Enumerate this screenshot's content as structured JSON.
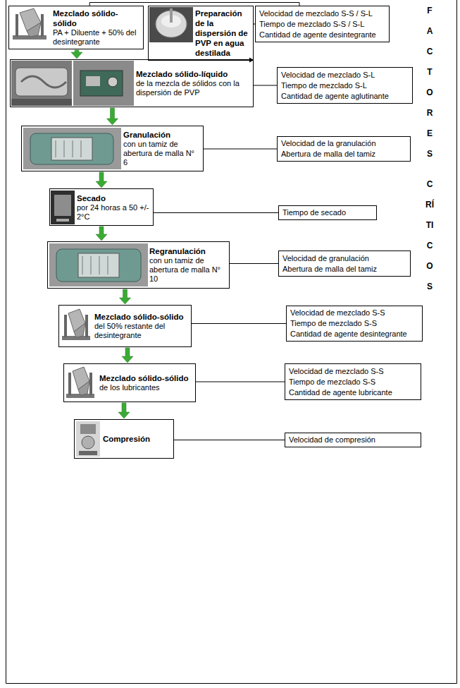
{
  "diagram": {
    "nodes": [
      {
        "text": [
          "Mezclado sólido-sólido",
          "PA + Diluente + 50% del desintegrante"
        ]
      },
      {
        "text": [
          "Preparación de la dispersión de PVP en agua destilada"
        ]
      },
      {
        "text": [
          "Velocidad de mezclado S-S / S-L",
          "Tiempo de mezclado S-S / S-L",
          "Cantidad de agente desintegrante"
        ]
      },
      {
        "text": [
          "Mezclado sólido-líquido",
          "de la mezcla de sólidos con la dispersión de PVP"
        ]
      },
      {
        "text": [
          "Velocidad de mezclado S-L",
          "Tiempo de mezclado S-L",
          "Cantidad de agente aglutinante"
        ]
      },
      {
        "text": [
          "Granulación",
          "con un tamiz de abertura de malla N° 6"
        ]
      },
      {
        "text": [
          "Velocidad de la granulación",
          "Abertura de malla del tamiz"
        ]
      },
      {
        "text": [
          "Secado",
          "por 24 horas a 50 +/- 2°C"
        ]
      },
      {
        "text": [
          "Tiempo de secado"
        ]
      },
      {
        "text": [
          "Regranulación",
          "con un tamiz de abertura de malla N° 10"
        ]
      },
      {
        "text": [
          "Velocidad de granulación",
          "Abertura de malla del tamiz"
        ]
      },
      {
        "text": [
          "Mezclado sólido-sólido",
          "del 50% restante del desintegrante"
        ]
      },
      {
        "text": [
          "Velocidad de mezclado S-S",
          "Tiempo de mezclado S-S",
          "Cantidad de agente desintegrante"
        ]
      },
      {
        "text": [
          "Mezclado sólido-sólido",
          "de los lubricantes"
        ]
      },
      {
        "text": [
          "Velocidad de mezclado S-S",
          "Tiempo de mezclado S-S",
          "Cantidad de agente lubricante"
        ]
      },
      {
        "text": [
          "Compresión"
        ]
      },
      {
        "text": [
          "Velocidad de compresión"
        ]
      }
    ],
    "edges": [
      {
        "from": 0,
        "to": 3,
        "arrow": "to"
      },
      {
        "from": 1,
        "to": 3,
        "arrow": "to"
      },
      {
        "from": 0,
        "to": 2,
        "arrow": "none"
      },
      {
        "from": 1,
        "to": 2,
        "arrow": "none"
      },
      {
        "from": 3,
        "to": 4,
        "arrow": "none"
      },
      {
        "from": 3,
        "to": 5,
        "arrow": "to"
      },
      {
        "from": 5,
        "to": 6,
        "arrow": "none"
      },
      {
        "from": 5,
        "to": 7,
        "arrow": "to"
      },
      {
        "from": 7,
        "to": 8,
        "arrow": "none"
      },
      {
        "from": 7,
        "to": 9,
        "arrow": "to"
      },
      {
        "from": 9,
        "to": 10,
        "arrow": "none"
      },
      {
        "from": 9,
        "to": 11,
        "arrow": "to"
      },
      {
        "from": 11,
        "to": 12,
        "arrow": "none"
      },
      {
        "from": 11,
        "to": 13,
        "arrow": "to"
      },
      {
        "from": 13,
        "to": 14,
        "arrow": "none"
      },
      {
        "from": 13,
        "to": 15,
        "arrow": "to"
      },
      {
        "from": 15,
        "to": 16,
        "arrow": "none"
      }
    ],
    "labels": [
      "FACTORES",
      "CRÍTICOS"
    ]
  }
}
